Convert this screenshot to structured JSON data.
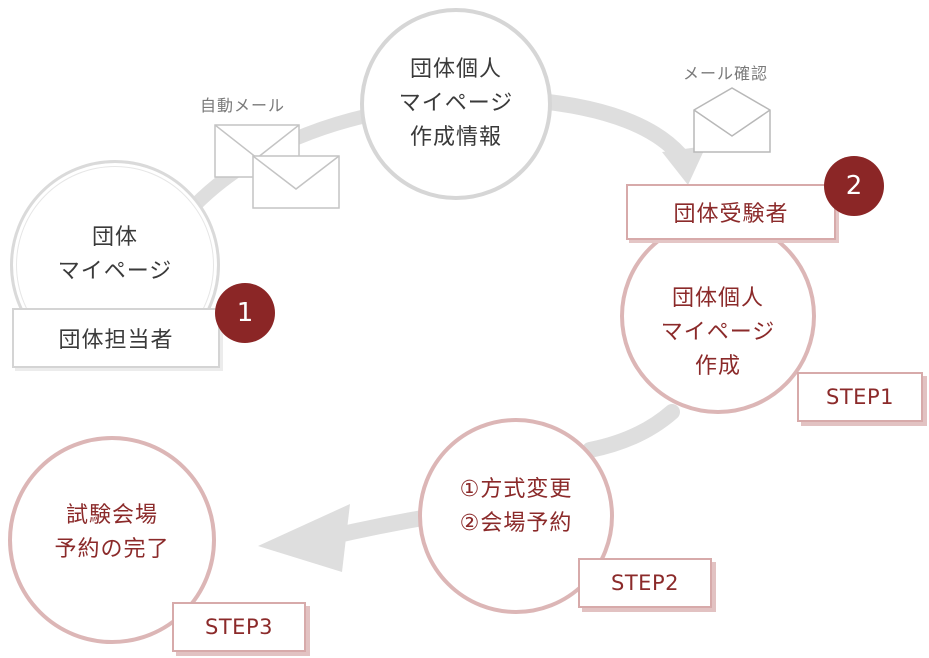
{
  "nodes": {
    "org_mypage": {
      "lines": [
        "団体",
        "マイページ"
      ]
    },
    "personal_info": {
      "lines": [
        "団体個人",
        "マイページ",
        "作成情報"
      ]
    },
    "personal_create": {
      "lines": [
        "団体個人",
        "マイページ",
        "作成"
      ]
    },
    "change_reserve": {
      "lines": [
        "①方式変更",
        "②会場予約"
      ]
    },
    "complete": {
      "lines": [
        "試験会場",
        "予約の完了"
      ]
    }
  },
  "labels": {
    "org_manager": "団体担当者",
    "org_examinee": "団体受験者"
  },
  "badges": {
    "one": "1",
    "two": "2"
  },
  "steps": {
    "step1": "STEP1",
    "step2": "STEP2",
    "step3": "STEP3"
  },
  "captions": {
    "auto_mail": "自動メール",
    "mail_confirm": "メール確認"
  },
  "colors": {
    "accent": "#8b2626",
    "pink_border": "#dcb6b6",
    "gray_border": "#d6d6d6",
    "arrow": "#dedede"
  },
  "icons": [
    "mail-envelope-icon",
    "open-envelope-icon",
    "flow-arrow"
  ]
}
